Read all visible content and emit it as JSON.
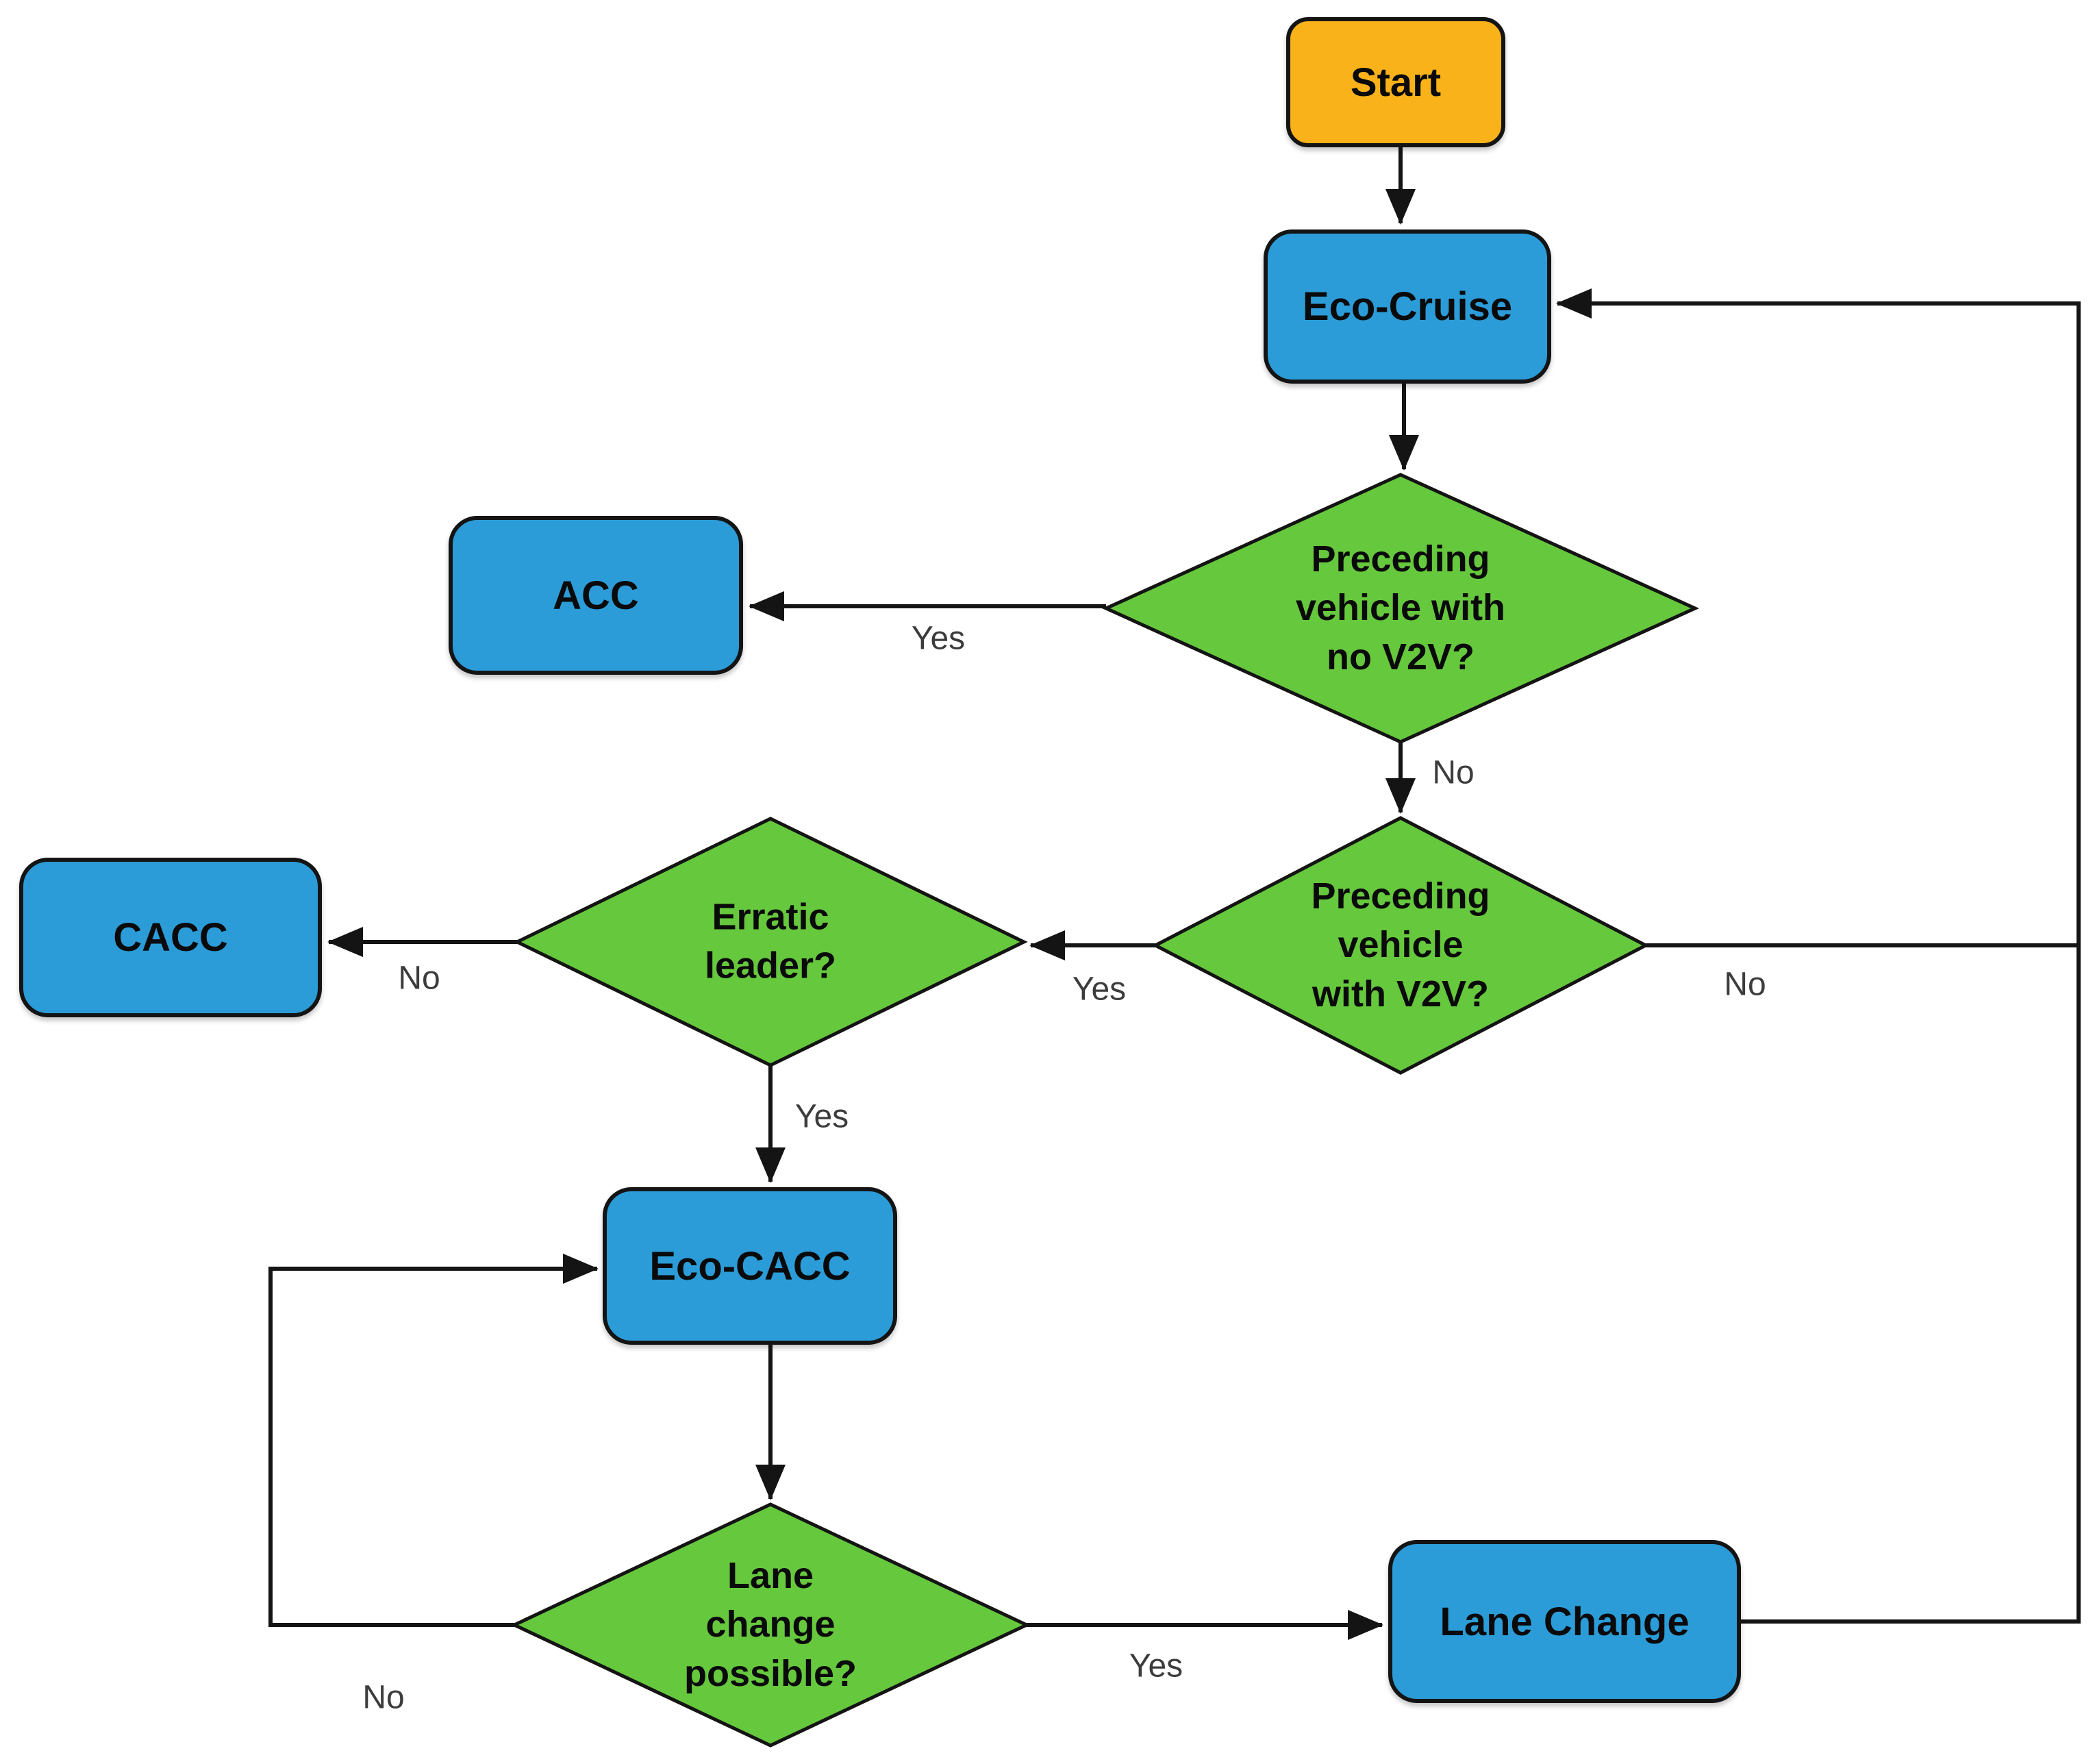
{
  "diagram": {
    "title_hint": "eco-driving control mode flowchart",
    "colors": {
      "start_fill": "#f9b219",
      "process_fill": "#2b9cd8",
      "decision_fill": "#66c83d",
      "outline": "#141414",
      "edge_line": "#141414",
      "edge_label_text": "#3c3c3c",
      "node_text": "#0a0a0a",
      "background": "#ffffff"
    },
    "nodes": {
      "start": {
        "label": "Start"
      },
      "eco_cruise": {
        "label": "Eco-Cruise"
      },
      "acc": {
        "label": "ACC"
      },
      "cacc": {
        "label": "CACC"
      },
      "eco_cacc": {
        "label": "Eco-CACC"
      },
      "lane_change": {
        "label": "Lane Change"
      },
      "preceding_no_v2v": {
        "label_lines": [
          "Preceding",
          "vehicle with",
          "no V2V?"
        ]
      },
      "preceding_with_v2v": {
        "label_lines": [
          "Preceding",
          "vehicle",
          "with V2V?"
        ]
      },
      "erratic_leader": {
        "label_lines": [
          "Erratic",
          "leader?"
        ]
      },
      "lane_change_possible": {
        "label_lines": [
          "Lane",
          "change",
          "possible?"
        ]
      }
    },
    "edge_labels": {
      "d1_yes": "Yes",
      "d1_no": "No",
      "d2_yes": "Yes",
      "d2_no": "No",
      "d3_no": "No",
      "d3_yes": "Yes",
      "d4_no": "No",
      "d4_yes": "Yes"
    }
  }
}
